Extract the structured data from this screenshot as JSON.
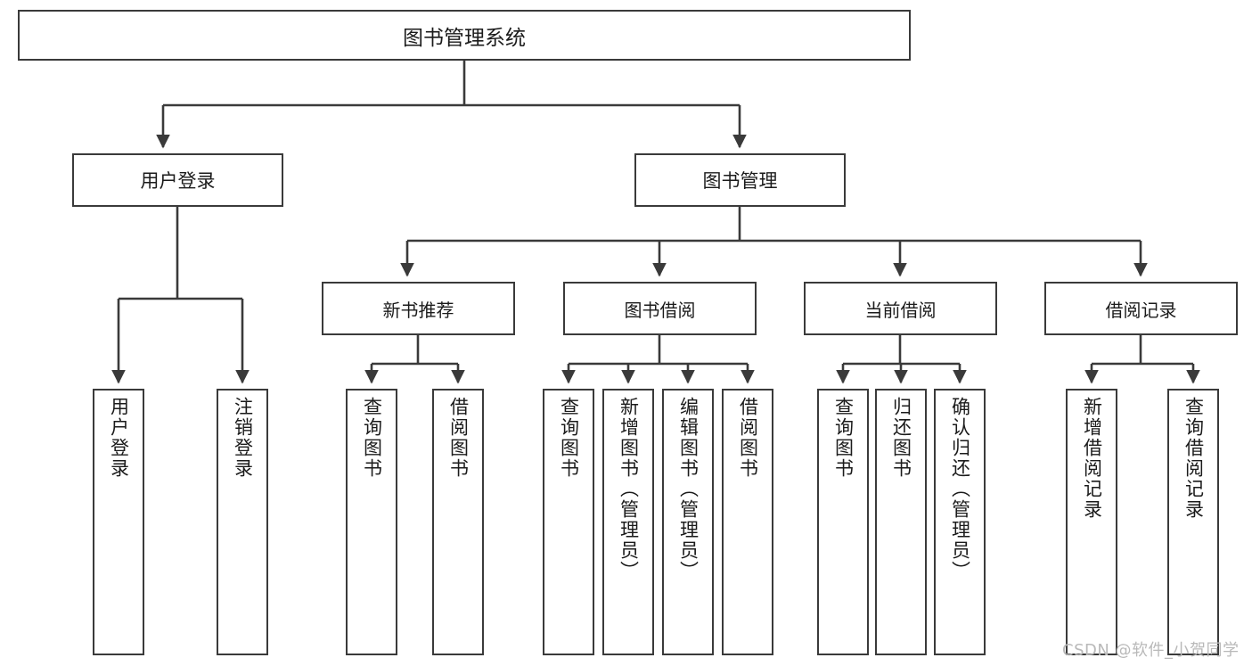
{
  "diagram": {
    "title": "图书管理系统",
    "watermark": "CSDN @软件_小贺同学",
    "colors": {
      "stroke": "#3a3a3a",
      "fill": "#ffffff",
      "text": "#1b1b1b",
      "watermark": "#b9b9b9"
    },
    "nodes": {
      "root": "图书管理系统",
      "user_login": "用户登录",
      "book_manage": "图书管理",
      "new_book_rec": "新书推荐",
      "book_borrow": "图书借阅",
      "current_borrow": "当前借阅",
      "borrow_record": "借阅记录",
      "leaf_user_login": "用户登录",
      "leaf_user_logout": "注销登录",
      "leaf_rec_query_book": "查询图书",
      "leaf_rec_borrow_book": "借阅图书",
      "leaf_borrow_query_book": "查询图书",
      "leaf_borrow_add_book": "新增图书（管理员）",
      "leaf_borrow_edit_book": "编辑图书（管理员）",
      "leaf_borrow_borrow_book": "借阅图书",
      "leaf_cur_query_book": "查询图书",
      "leaf_cur_return_book": "归还图书",
      "leaf_cur_confirm_return": "确认归还（管理员）",
      "leaf_rec_add_record": "新增借阅记录",
      "leaf_rec_query_record": "查询借阅记录"
    }
  }
}
